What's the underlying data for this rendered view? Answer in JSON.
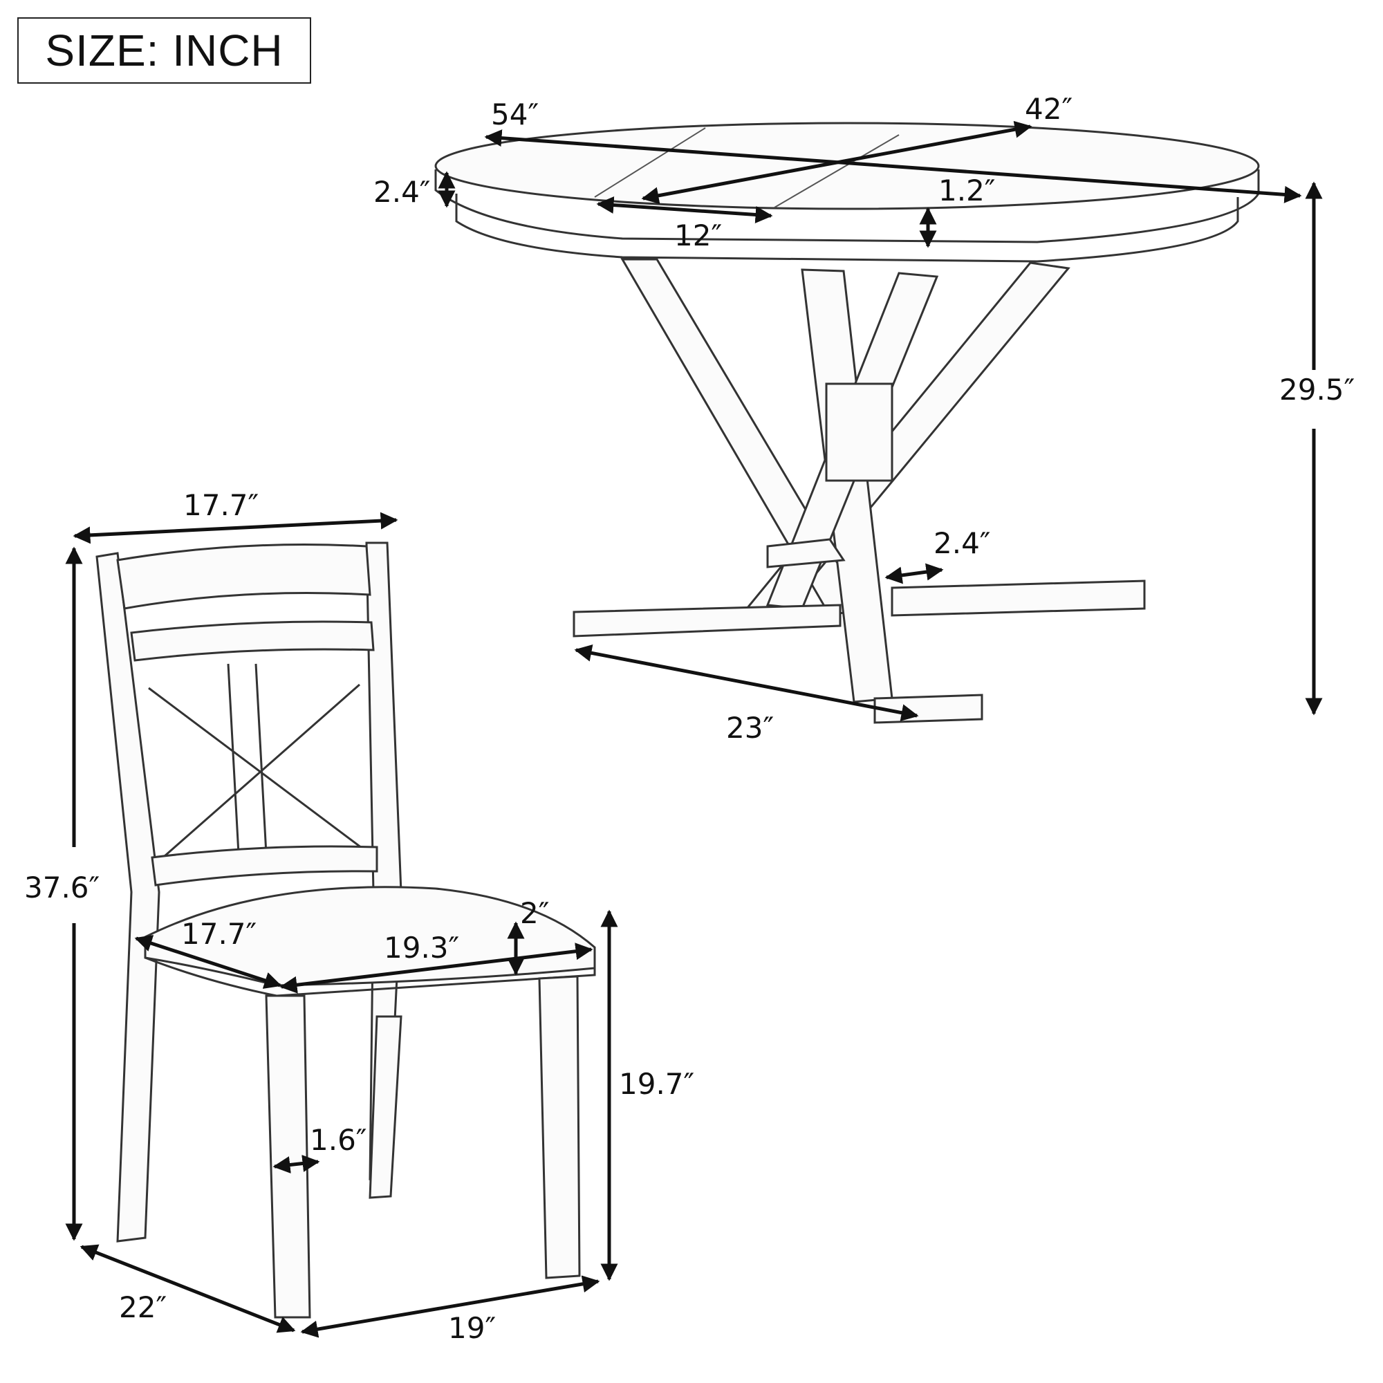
{
  "header": {
    "size_label": "SIZE: INCH"
  },
  "table": {
    "length": "54″",
    "width": "42″",
    "top_thickness": "2.4″",
    "leaf": "12″",
    "apron": "1.2″",
    "height": "29.5″",
    "leg_width": "2.4″",
    "base_depth": "23″"
  },
  "chair": {
    "back_width": "17.7″",
    "total_height": "37.6″",
    "seat_depth": "17.7″",
    "seat_width": "19.3″",
    "seat_thickness": "2″",
    "seat_height": "19.7″",
    "leg_width": "1.6″",
    "depth": "22″",
    "width": "19″"
  },
  "colors": {
    "line": "#111111",
    "sketch": "#333333",
    "background": "#ffffff"
  }
}
